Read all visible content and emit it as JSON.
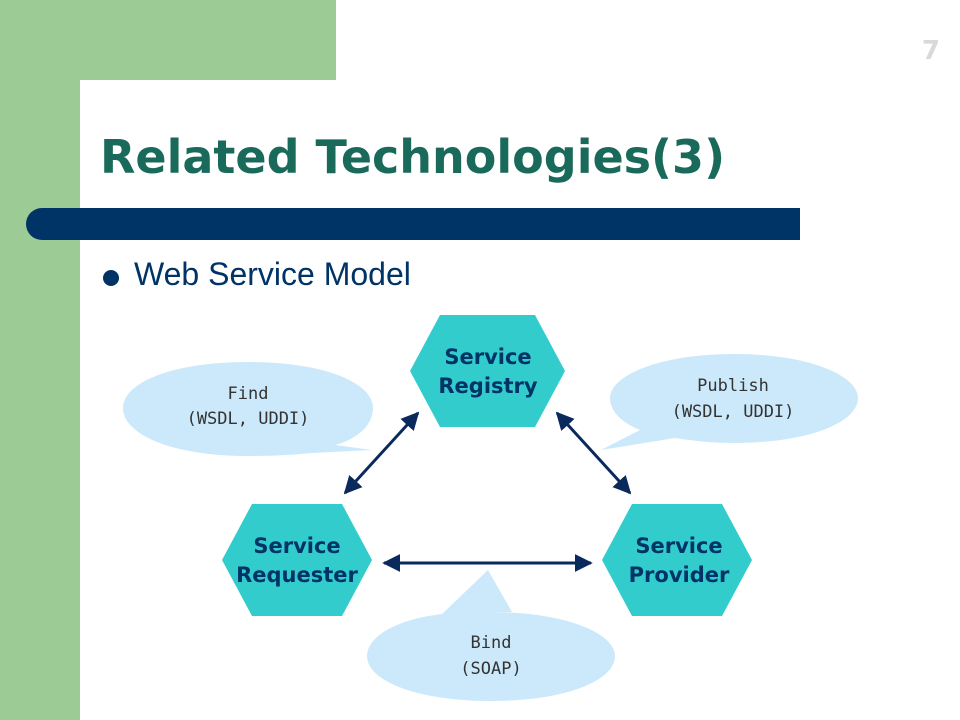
{
  "slide": {
    "page_number": "7",
    "title": "Related Technologies(3)",
    "bullet": "Web Service Model"
  },
  "diagram": {
    "nodes": {
      "registry": {
        "line1": "Service",
        "line2": "Registry"
      },
      "requester": {
        "line1": "Service",
        "line2": "Requester"
      },
      "provider": {
        "line1": "Service",
        "line2": "Provider"
      }
    },
    "callouts": {
      "find": {
        "line1": "Find",
        "line2": "(WSDL, UDDI)"
      },
      "publish": {
        "line1": "Publish",
        "line2": "(WSDL, UDDI)"
      },
      "bind": {
        "line1": "Bind",
        "line2": "(SOAP)"
      }
    },
    "edges": [
      {
        "from": "requester",
        "to": "registry",
        "direction": "both"
      },
      {
        "from": "registry",
        "to": "provider",
        "direction": "both"
      },
      {
        "from": "requester",
        "to": "provider",
        "direction": "both"
      }
    ]
  },
  "colors": {
    "background_band": "#9dcb95",
    "title": "#1a6a5c",
    "title_bar": "#003366",
    "node_fill": "#33cccc",
    "callout_fill": "#cce9fb",
    "arrow": "#0a2a5e"
  },
  "icons": {
    "bullet": "filled-circle-bullet",
    "arrowheads": "double-headed-arrow"
  }
}
